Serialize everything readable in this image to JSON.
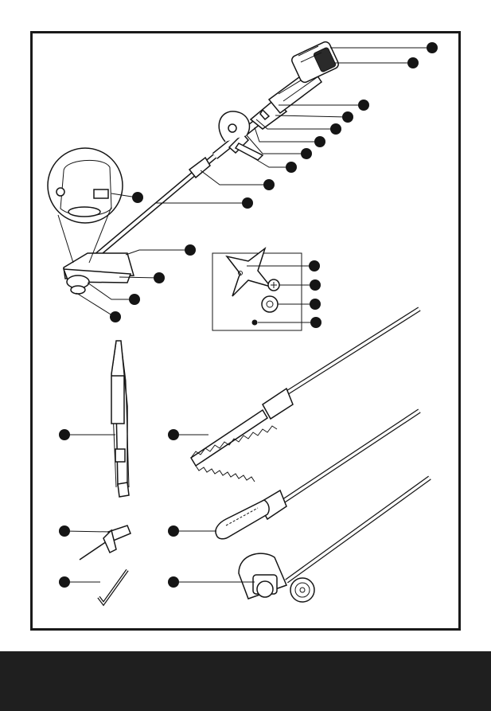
{
  "page": {
    "ink_color": "#151515",
    "footer_color": "#1f1f1f"
  },
  "callouts": [
    {
      "id": "battery-pack"
    },
    {
      "id": "battery-release"
    },
    {
      "id": "lock-off-button"
    },
    {
      "id": "trigger"
    },
    {
      "id": "front-handle-knob"
    },
    {
      "id": "front-handle"
    },
    {
      "id": "handle-mount"
    },
    {
      "id": "auxiliary-handle"
    },
    {
      "id": "shaft-coupler"
    },
    {
      "id": "shaft"
    },
    {
      "id": "line-cut-indicator"
    },
    {
      "id": "guard"
    },
    {
      "id": "spool-cover"
    },
    {
      "id": "spool-head"
    },
    {
      "id": "bump-knob"
    },
    {
      "id": "blade"
    },
    {
      "id": "blade-washer"
    },
    {
      "id": "blade-flange"
    },
    {
      "id": "blade-nut"
    },
    {
      "id": "shoulder-strap"
    },
    {
      "id": "hedge-trimmer-attachment"
    },
    {
      "id": "socket-wrench"
    },
    {
      "id": "pole-saw-attachment"
    },
    {
      "id": "hex-key"
    },
    {
      "id": "edger-attachment"
    }
  ]
}
